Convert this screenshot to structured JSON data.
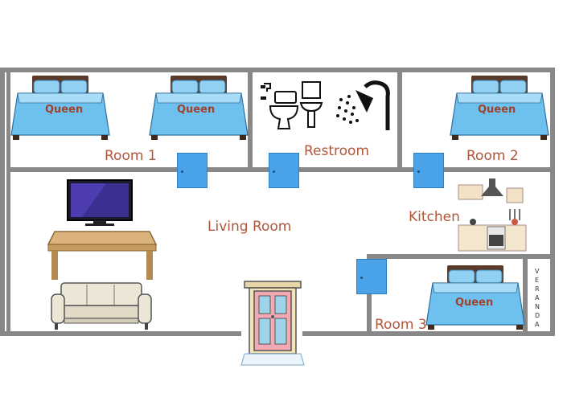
{
  "rooms": {
    "room1": "Room 1",
    "restroom": "Restroom",
    "room2": "Room 2",
    "living_room": "Living Room",
    "kitchen": "Kitchen",
    "room3": "Room 3",
    "veranda": "VERANDA"
  },
  "beds": {
    "room1_left": "Queen",
    "room1_right": "Queen",
    "room2": "Queen",
    "room3": "Queen"
  },
  "colors": {
    "wall": "#888888",
    "room_label": "#b0563a",
    "bed_cover": "#6ec1ef",
    "bed_frame": "#5a3b2a",
    "door": "#4aa3e8"
  },
  "icons": [
    "bed-icon",
    "toilet-icon",
    "sink-icon",
    "shower-icon",
    "tv-icon",
    "table-icon",
    "sofa-icon",
    "front-door-icon",
    "kitchen-icon"
  ]
}
